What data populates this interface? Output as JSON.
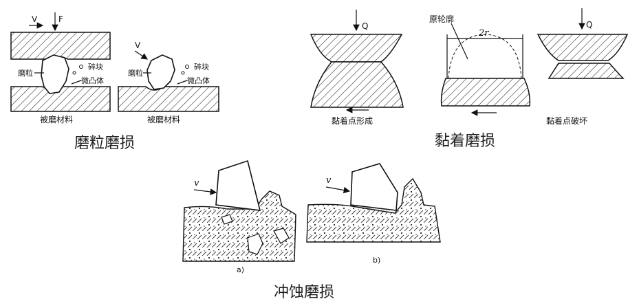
{
  "abrasive": {
    "label_v": "V",
    "label_f": "F",
    "label_grain": "磨粒",
    "label_debris": "碎块",
    "label_asperity": "微凸体",
    "label_material": "被磨材料",
    "caption": "磨粒磨损"
  },
  "adhesive": {
    "label_q": "Q",
    "label_profile": "原轮廓",
    "label_2r": "2r",
    "label_formation": "黏着点形成",
    "label_failure": "黏着点破坏",
    "caption": "黏着磨损"
  },
  "erosion": {
    "label_v": "v",
    "label_a": "a)",
    "label_b": "b)",
    "caption": "冲蚀磨损"
  }
}
